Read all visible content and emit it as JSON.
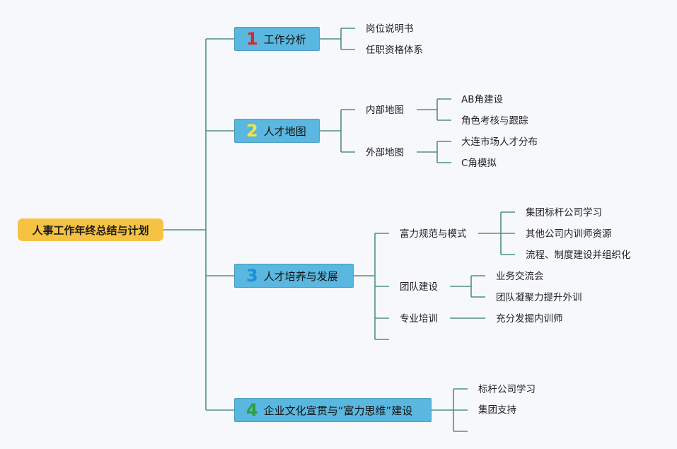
{
  "root": {
    "label": "人事工作年终总结与计划",
    "color": "#f5c242"
  },
  "branches": [
    {
      "number": "1",
      "number_color": "#d6262f",
      "label": "工作分析",
      "children": [
        "岗位说明书",
        "任职资格体系"
      ]
    },
    {
      "number": "2",
      "number_color": "#f4e24a",
      "label": "人才地图",
      "children": [
        {
          "label": "内部地图",
          "children": [
            "AB角建设",
            "角色考核与跟踪"
          ]
        },
        {
          "label": "外部地图",
          "children": [
            "大连市场人才分布",
            "C角模拟"
          ]
        }
      ]
    },
    {
      "number": "3",
      "number_color": "#1b8fd6",
      "label": "人才培养与发展",
      "children": [
        {
          "label": "富力规范与模式",
          "children": [
            "集团标杆公司学习",
            "其他公司内训师资源",
            "流程、制度建设并组织化"
          ]
        },
        {
          "label": "团队建设",
          "children": [
            "业务交流会",
            "团队凝聚力提升外训"
          ]
        },
        {
          "label": "专业培训",
          "children": [
            "充分发掘内训师"
          ]
        }
      ]
    },
    {
      "number": "4",
      "number_color": "#2f9e3c",
      "label": "企业文化宣贯与“富力思维”建设",
      "children": [
        "标杆公司学习",
        "集团支持"
      ]
    }
  ],
  "colors": {
    "line": "#4f8f80",
    "topic": "#5ab7df",
    "topic_border": "#4a9dc2"
  }
}
